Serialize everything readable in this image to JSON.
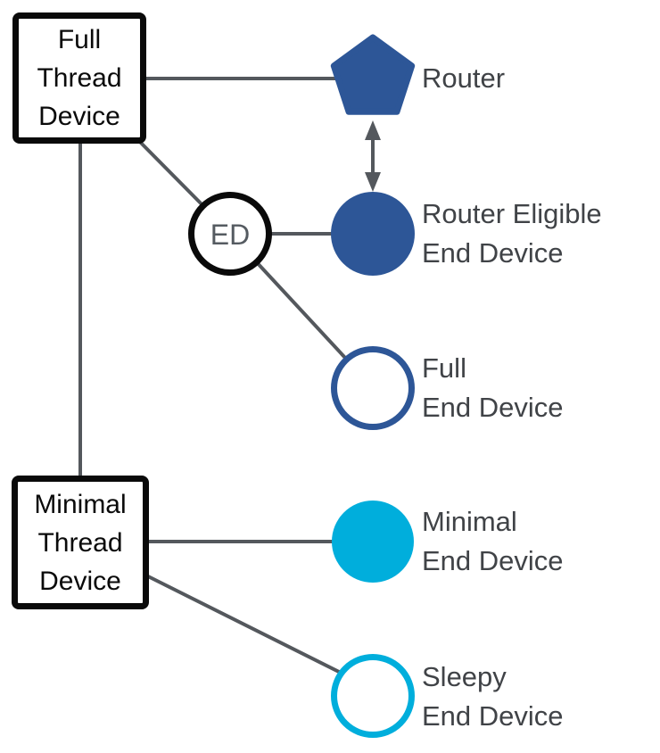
{
  "colors": {
    "dark_blue": "#2d5697",
    "cyan": "#00aedc",
    "connector_gray": "#54585d",
    "label_gray": "#404347",
    "box_border_black": "#0a0a0a"
  },
  "boxes": {
    "full_thread_device": {
      "label": "Full\nThread\nDevice"
    },
    "minimal_thread_device": {
      "label": "Minimal\nThread\nDevice"
    }
  },
  "nodes": {
    "router": {
      "label": "Router",
      "shape": "pentagon",
      "style": "filled-dark-blue"
    },
    "router_eligible_end_device": {
      "label": "Router Eligible\nEnd Device",
      "shape": "circle",
      "style": "filled-dark-blue"
    },
    "full_end_device": {
      "label": "Full\nEnd Device",
      "shape": "circle",
      "style": "outlined-dark-blue"
    },
    "minimal_end_device": {
      "label": "Minimal\nEnd Device",
      "shape": "circle",
      "style": "filled-cyan"
    },
    "sleepy_end_device": {
      "label": "Sleepy\nEnd Device",
      "shape": "circle",
      "style": "outlined-cyan"
    },
    "ed": {
      "label": "ED",
      "shape": "circle",
      "style": "outlined-black"
    }
  },
  "connections": {
    "ftd_to_router": "line",
    "ftd_to_ed": "line",
    "ftd_to_mtd": "line",
    "ed_to_reed": "line",
    "ed_to_fed": "line",
    "mtd_to_med": "line",
    "mtd_to_sed": "line",
    "router_to_reed": "double-arrow"
  }
}
